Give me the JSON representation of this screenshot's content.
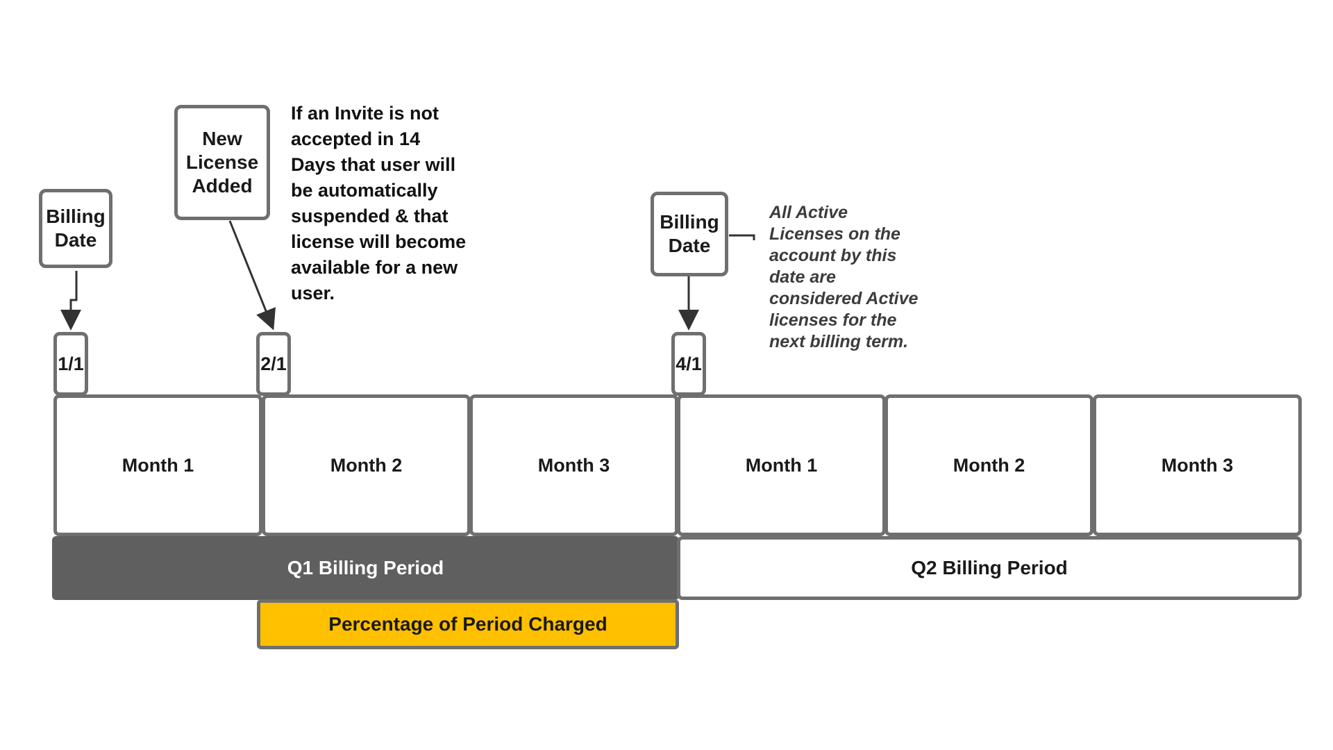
{
  "callouts": {
    "billing_date_1": "Billing\nDate",
    "new_license": "New\nLicense\nAdded",
    "billing_date_2": "Billing\nDate"
  },
  "dates": {
    "d1": "1/1",
    "d2": "2/1",
    "d3": "4/1"
  },
  "notes": {
    "invite": "If an Invite is not\naccepted in 14\nDays that user will\nbe automatically\nsuspended & that\nlicense will become\navailable for a new\nuser.",
    "active": "All Active\nLicenses on the\naccount by this\ndate are\nconsidered Active\nlicenses for the\nnext billing term."
  },
  "months": [
    "Month 1",
    "Month 2",
    "Month 3",
    "Month 1",
    "Month 2",
    "Month 3"
  ],
  "periods": {
    "q1": "Q1 Billing Period",
    "q2": "Q2 Billing Period"
  },
  "charged_bar": {
    "label": "Percentage of Period Charged",
    "color": "#ffc000"
  },
  "colors": {
    "q1_fill": "#5f5f5f",
    "border": "#6f6f6f"
  }
}
